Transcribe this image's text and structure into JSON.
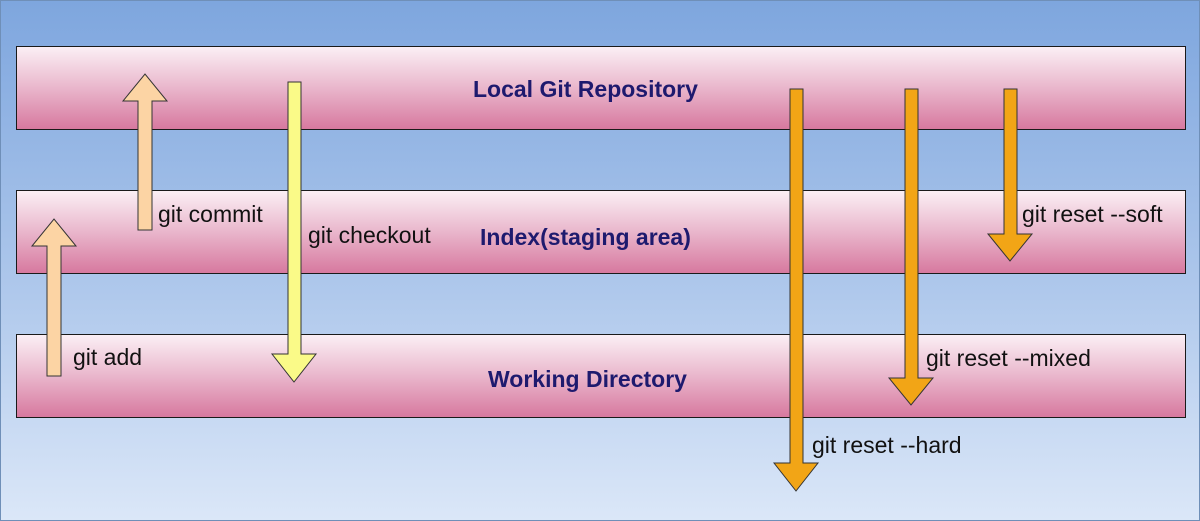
{
  "layers": {
    "repository": "Local Git Repository",
    "index": "Index(staging area)",
    "working": "Working Directory"
  },
  "commands": {
    "add": "git add",
    "commit": "git commit",
    "checkout": "git checkout",
    "reset_hard": "git reset --hard",
    "reset_mixed": "git reset --mixed",
    "reset_soft": "git reset --soft"
  },
  "colors": {
    "commit_arrow": "#fcd4a4",
    "checkout_arrow": "#fafa88",
    "reset_arrow": "#f2a516"
  }
}
